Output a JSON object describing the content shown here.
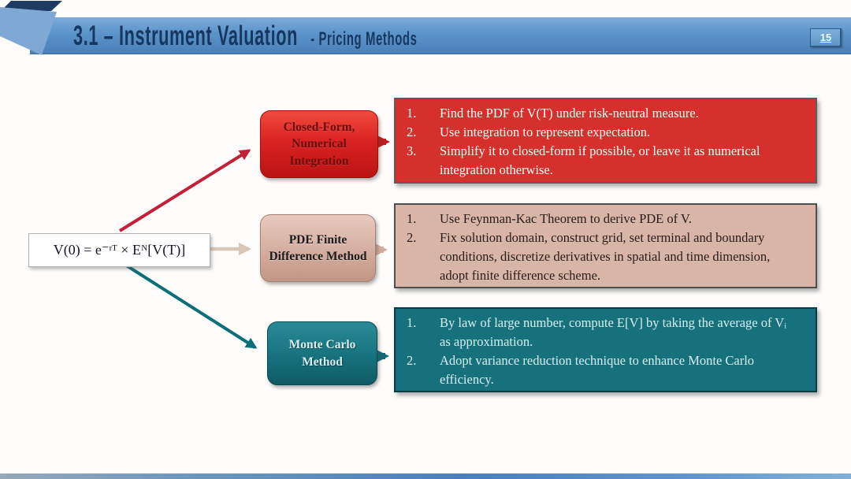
{
  "header": {
    "title": "3.1 – Instrument Valuation",
    "subtitle": "- Pricing Methods",
    "page_number": "15"
  },
  "formula": "V(0) = e⁻ʳᵀ × Eᴺ[V(T)]",
  "colors": {
    "banner_blue": "#5b94c9",
    "closed_form_red": "#d5302c",
    "pde_tan": "#d9b5a8",
    "monte_carlo_teal": "#17717d"
  },
  "branches": [
    {
      "label": "Closed-Form, Numerical Integration",
      "color": "#c31f38",
      "steps": [
        {
          "n": "1.",
          "t": "Find the PDF of V(T) under risk-neutral measure."
        },
        {
          "n": "2.",
          "t": "Use integration to represent expectation."
        },
        {
          "n": "3.",
          "t": "Simplify it to closed-form if possible, or leave it as numerical integration otherwise."
        }
      ]
    },
    {
      "label": "PDE Finite Difference Method",
      "color": "#d6b2a6",
      "steps": [
        {
          "n": "1.",
          "t": "Use Feynman-Kac Theorem to derive PDE of V."
        },
        {
          "n": "2.",
          "t": "Fix solution domain, construct grid, set terminal and boundary conditions, discretize derivatives in spatial and time dimension, adopt finite difference scheme."
        }
      ]
    },
    {
      "label": "Monte Carlo Method",
      "color": "#156e7a",
      "steps": [
        {
          "n": "1.",
          "t": "By law of large number, compute E[V] by taking the average of Vᵢ as approximation."
        },
        {
          "n": "2.",
          "t": "Adopt variance reduction technique to enhance Monte Carlo efficiency."
        }
      ]
    }
  ]
}
